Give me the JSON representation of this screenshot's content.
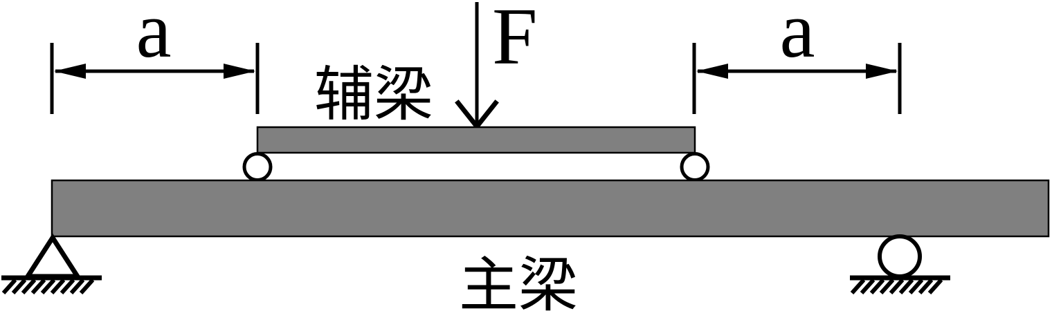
{
  "figure": {
    "type": "beam-mechanics-diagram",
    "force_label": "F",
    "dim_left_label": "a",
    "dim_right_label": "a",
    "aux_beam_label": "辅梁",
    "main_beam_label": "主梁",
    "colors": {
      "beam_fill": "#808080",
      "line": "#000000",
      "roller_fill": "#ffffff",
      "background": "#ffffff"
    }
  }
}
